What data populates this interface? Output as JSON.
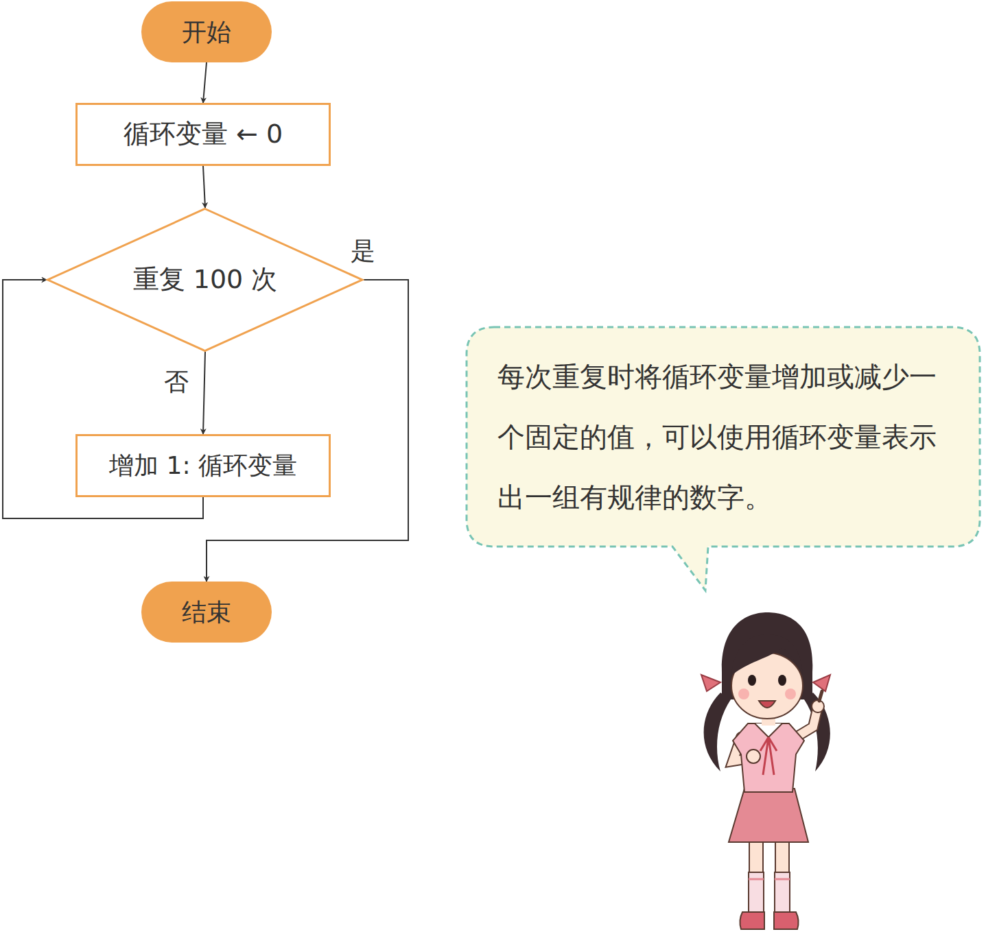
{
  "diagram": {
    "nodes": [
      {
        "text": [
          "开始"
        ]
      },
      {
        "text": [
          "循环变量 ← 0"
        ]
      },
      {
        "text": [
          "重复 100 次"
        ]
      },
      {
        "text": [
          "增加 1: 循环变量"
        ]
      },
      {
        "text": [
          "结束"
        ]
      },
      {
        "text": [
          "每次重复时将循环变量增加或减少一个固定的值，可以使用循环变量表示出一组有规律的数字。"
        ]
      }
    ],
    "edges": [
      {
        "from": 0,
        "to": 1,
        "arrow": "to"
      },
      {
        "from": 1,
        "to": 2,
        "arrow": "to"
      },
      {
        "from": 2,
        "to": 3,
        "label": "否",
        "arrow": "to"
      },
      {
        "from": 3,
        "to": 2,
        "arrow": "to"
      },
      {
        "from": 2,
        "to": 4,
        "label": "是",
        "arrow": "to"
      }
    ]
  }
}
